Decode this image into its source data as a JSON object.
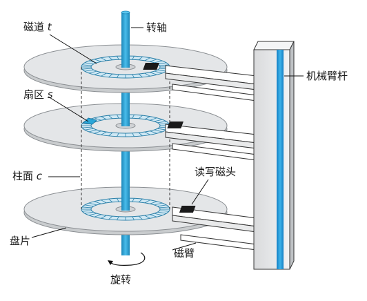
{
  "labels": {
    "track": "磁道",
    "track_symbol": "t",
    "spindle": "转轴",
    "arm_assembly": "机械臂杆",
    "sector": "扇区",
    "sector_symbol": "s",
    "cylinder": "柱面",
    "cylinder_symbol": "c",
    "read_write_head": "读写磁头",
    "platter": "盘片",
    "arm": "磁臂",
    "rotation": "旋转"
  },
  "colors": {
    "platter_fill": "#e4e6e8",
    "platter_stroke": "#8a8e92",
    "spindle": "#2aa6d8",
    "track_ring": "#cfe8f4",
    "sector_highlight": "#2aa6d8",
    "arm_assembly_face": "#e6e7e8",
    "arm_assembly_stripe": "#1f9ad6",
    "head": "#1a1a1a",
    "leader": "#111111"
  }
}
